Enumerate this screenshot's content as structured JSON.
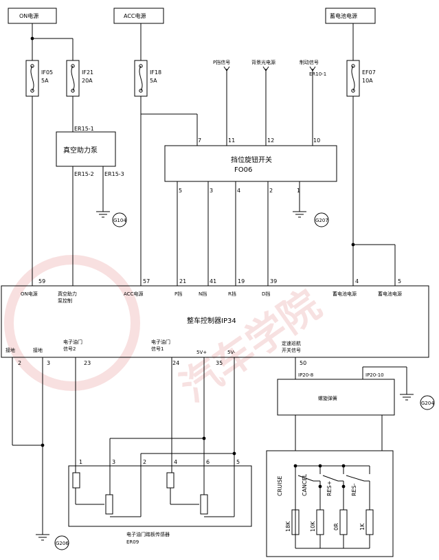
{
  "sources": {
    "on": "ON电源",
    "acc": "ACC电源",
    "battery": "蓄电池电源"
  },
  "fuses": [
    {
      "name": "IF05",
      "rating": "5A"
    },
    {
      "name": "IF21",
      "rating": "20A"
    },
    {
      "name": "IF18",
      "rating": "5A"
    },
    {
      "name": "EF07",
      "rating": "10A"
    }
  ],
  "signals": {
    "p_signal": "P挡信号",
    "backlight": "背景光电源",
    "brake": "制动信号",
    "er10_1": "ER10-1"
  },
  "pump": {
    "label": "真空助力泵",
    "pins": {
      "in": "ER15-1",
      "out": "ER15-2",
      "gnd": "ER15-3"
    },
    "ground": "G104"
  },
  "selector": {
    "label": "挡位旋钮开关",
    "code": "FO06",
    "top_pins": [
      "7",
      "11",
      "12",
      "10"
    ],
    "bottom_pins": [
      "5",
      "3",
      "4",
      "2",
      "1"
    ],
    "ground": "G207"
  },
  "vcu": {
    "label": "整车控制器IP34",
    "top_pins": [
      "59",
      "57",
      "21",
      "41",
      "19",
      "39",
      "4",
      "5"
    ],
    "top_labels": [
      "ON电源",
      "真空助力",
      "泵控制",
      "ACC电源",
      "P挡",
      "N挡",
      "R挡",
      "D挡",
      "蓄电池电源",
      "蓄电池电源"
    ],
    "bottom_labels": [
      "接地",
      "接地",
      "电子油门",
      "信号2",
      "电子油门",
      "信号1",
      "5V+",
      "5V-",
      "定速巡航",
      "开关信号"
    ],
    "bottom_pins": [
      "2",
      "3",
      "23",
      "24",
      "35",
      "50"
    ]
  },
  "clock_spring": {
    "label": "螺旋弹簧",
    "pins": [
      "IP20-8",
      "IP20-10"
    ],
    "ground": "G204"
  },
  "pedal": {
    "label": "电子油门踏板传感器",
    "code": "ER09",
    "pins": [
      "1",
      "3",
      "2",
      "4",
      "6",
      "5"
    ],
    "ground": "G206"
  },
  "cruise": {
    "switches": [
      "CRUISE",
      "CANCEL",
      "RES+",
      "RES-"
    ],
    "resistors": [
      "18K",
      "10K",
      "0R",
      "1K"
    ]
  },
  "watermark": "汽车学院"
}
